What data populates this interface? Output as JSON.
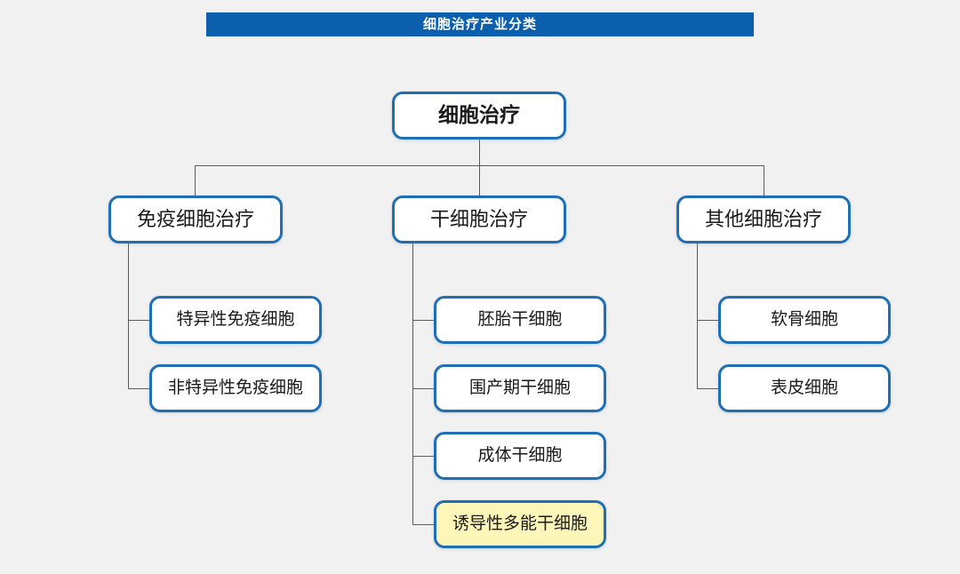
{
  "title_bar": {
    "text": "细胞治疗产业分类",
    "background_color": "#0b5fad",
    "text_color": "#ffffff"
  },
  "colors": {
    "page_background": "#f2f1f1",
    "node_border": "#1f6fb5",
    "node_fill": "#ffffff",
    "highlight_fill": "#fcf6b8",
    "connector": "#5a5a5a",
    "text": "#1a1a1a"
  },
  "diagram": {
    "type": "tree",
    "root": {
      "label": "细胞治疗"
    },
    "branches": [
      {
        "label": "免疫细胞治疗",
        "children": [
          {
            "label": "特异性免疫细胞",
            "highlighted": false
          },
          {
            "label": "非特异性免疫细胞",
            "highlighted": false
          }
        ]
      },
      {
        "label": "干细胞治疗",
        "children": [
          {
            "label": "胚胎干细胞",
            "highlighted": false
          },
          {
            "label": "围产期干细胞",
            "highlighted": false
          },
          {
            "label": "成体干细胞",
            "highlighted": false
          },
          {
            "label": "诱导性多能干细胞",
            "highlighted": true
          }
        ]
      },
      {
        "label": "其他细胞治疗",
        "children": [
          {
            "label": "软骨细胞",
            "highlighted": false
          },
          {
            "label": "表皮细胞",
            "highlighted": false
          }
        ]
      }
    ]
  }
}
